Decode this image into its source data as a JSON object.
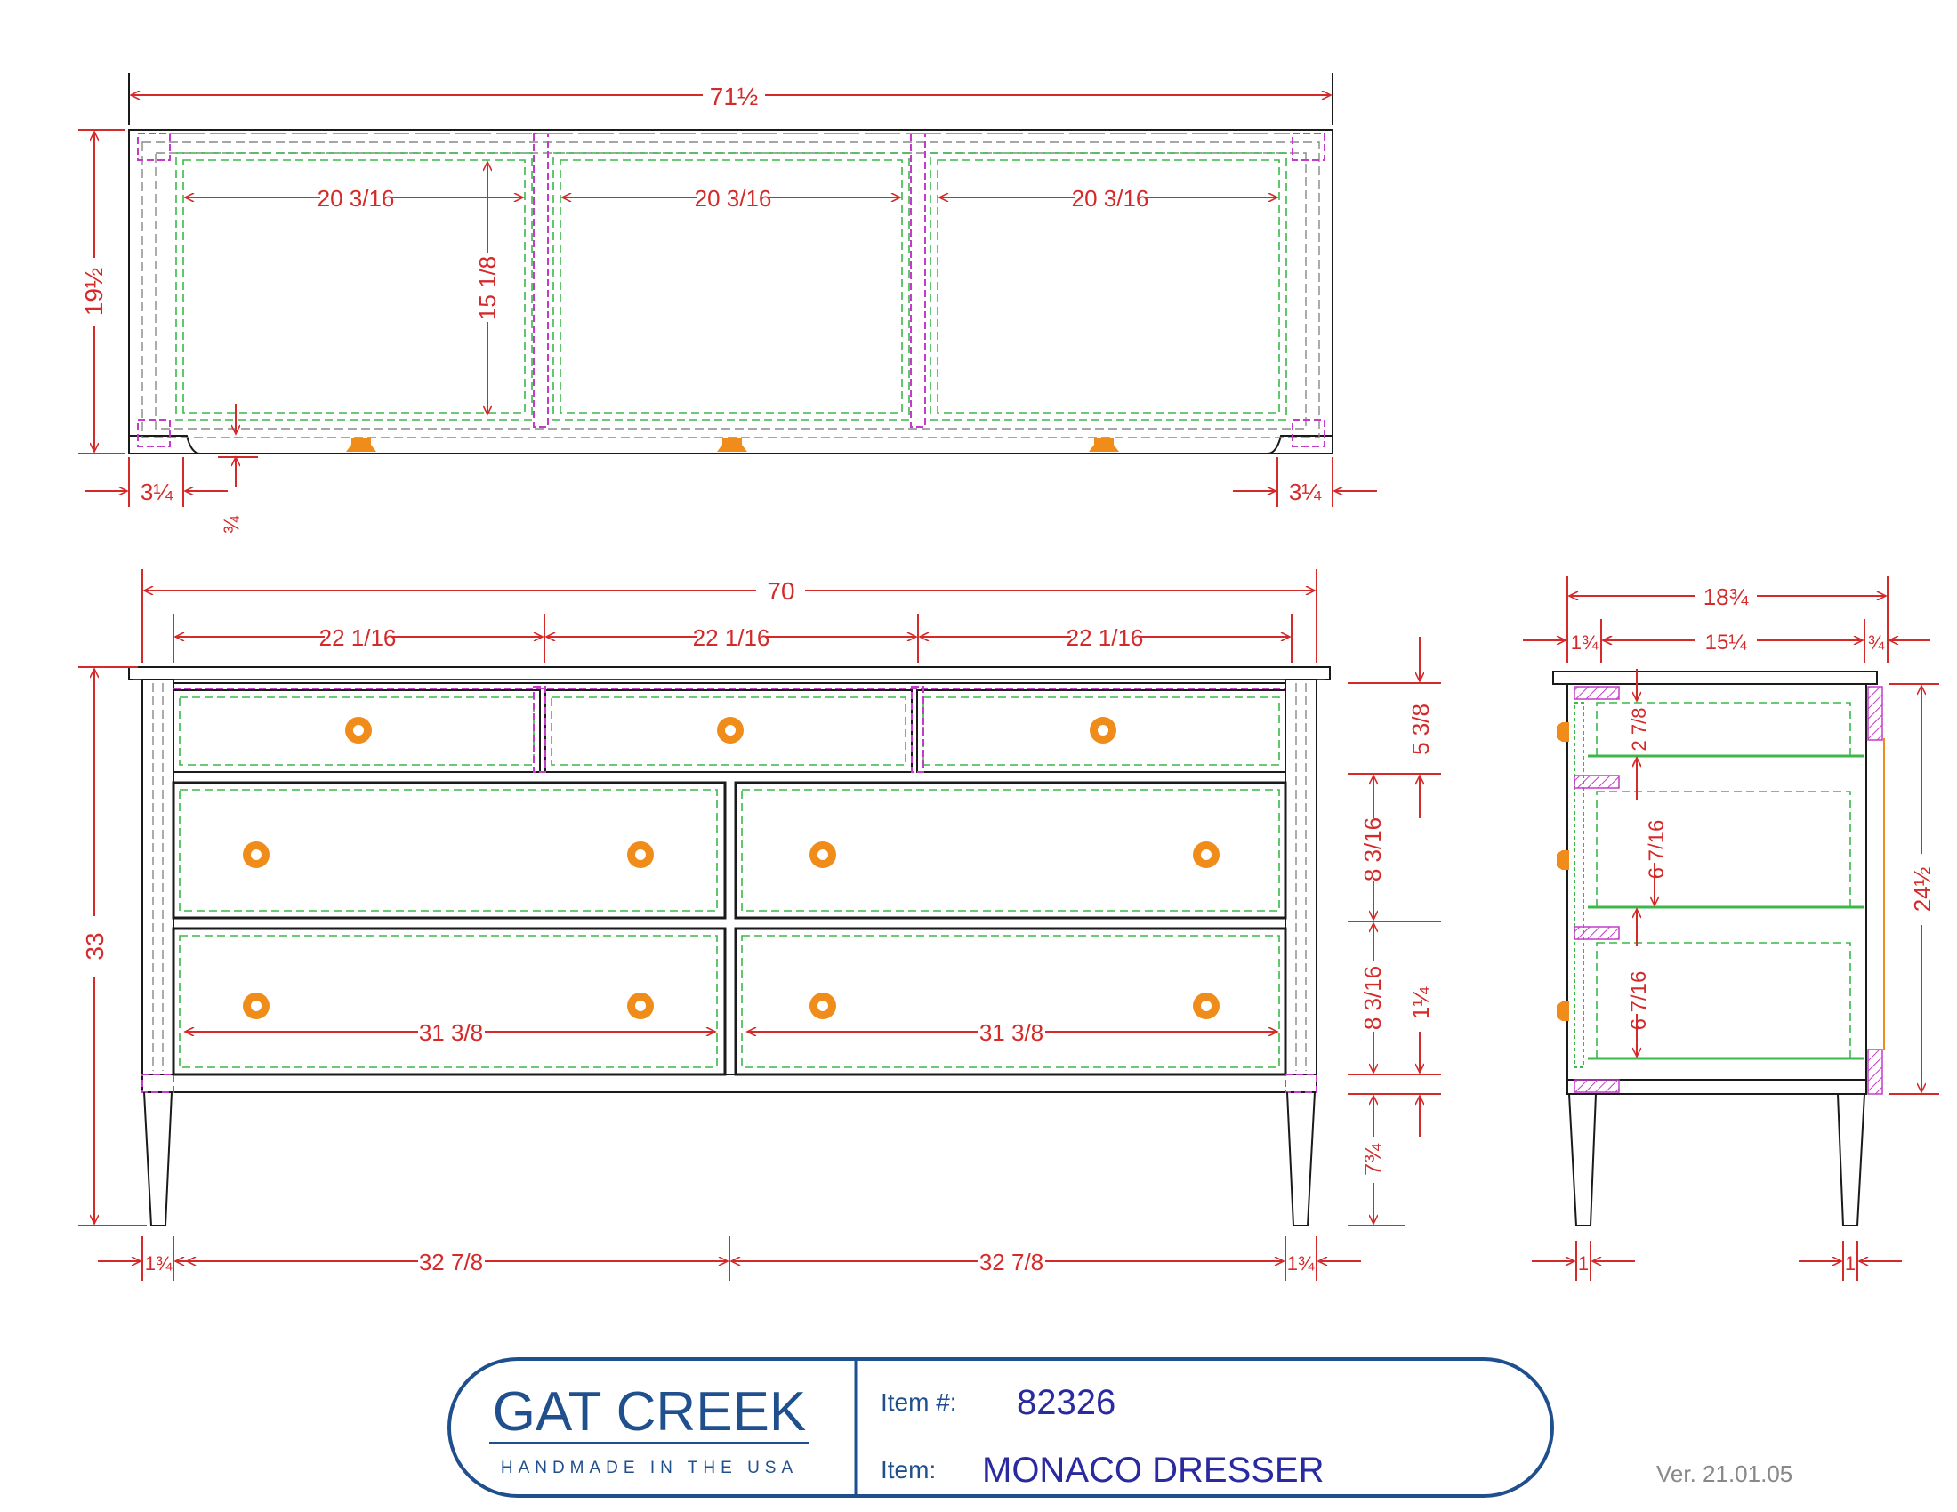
{
  "title_block": {
    "brand_name": "GAT CREEK",
    "brand_tagline": "HANDMADE IN THE USA",
    "item_number_label": "Item #:",
    "item_number": "82326",
    "item_label": "Item:",
    "item_name": "MONACO DRESSER",
    "version": "Ver. 21.01.05"
  },
  "top_view": {
    "overall_width": "71½",
    "depth": "19½",
    "drawer_opening_width": "20 3/16",
    "drawer_opening_depth": "15 1/8",
    "corner_inset": "3¼",
    "rail_thickness": "¾"
  },
  "front_view": {
    "overall_width": "70",
    "top_drawer_width": "22 1/16",
    "overall_height": "33",
    "top_drawer_height": "5 3/8",
    "middle_drawer_height": "8 3/16",
    "bottom_drawer_height": "8 3/16",
    "bottom_rail": "1¼",
    "leg_height": "7¾",
    "lower_drawer_width": "31 3/8",
    "leg_to_leg_width": "32 7/8",
    "leg_width": "1¾"
  },
  "side_view": {
    "overall_depth": "18¾",
    "front_post": "1¾",
    "side_panel": "15¼",
    "back_post": "¾",
    "top_drawer_height": "2 7/8",
    "middle_drawer_height": "6 7/16",
    "bottom_drawer_height": "6 7/16",
    "case_height": "24½",
    "leg_foot": "1"
  },
  "colors": {
    "dimension": "#d42a2a",
    "hidden_line": "#3cb84a",
    "joinery": "#c33cc9",
    "hardware": "#f08c1a",
    "brand_blue": "#1f4f8c",
    "item_blue": "#2a2aa0"
  }
}
